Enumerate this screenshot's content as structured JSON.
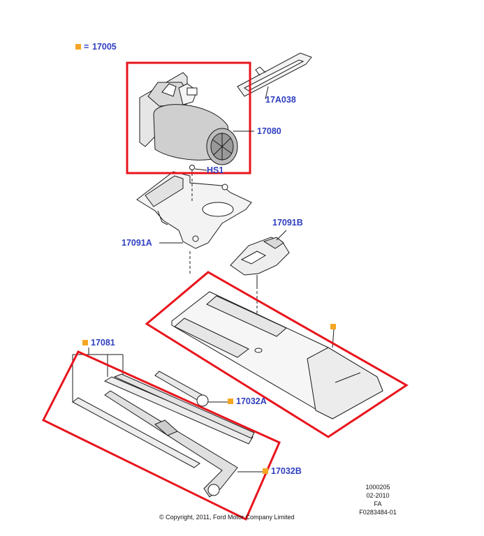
{
  "legend": {
    "marker_color": "#f5a623",
    "equals": "=",
    "code": "17005"
  },
  "labels": {
    "l_17a038": "17A038",
    "l_17080": "17080",
    "l_hs1": "HS1",
    "l_17091a": "17091A",
    "l_17091b": "17091B",
    "l_17081": "17081",
    "l_17032a": "17032A",
    "l_17032b": "17032B"
  },
  "footer": {
    "copyright": "© Copyright, 2011, Ford Motor Company Limited",
    "ref_lines": [
      "1000205",
      "02-2010",
      "FA",
      "F0283484-01"
    ]
  },
  "colors": {
    "highlight": "#e8141c",
    "callout_text": "#2f3fbf",
    "marker": "#f5a623",
    "line": "#1a1a1a"
  }
}
